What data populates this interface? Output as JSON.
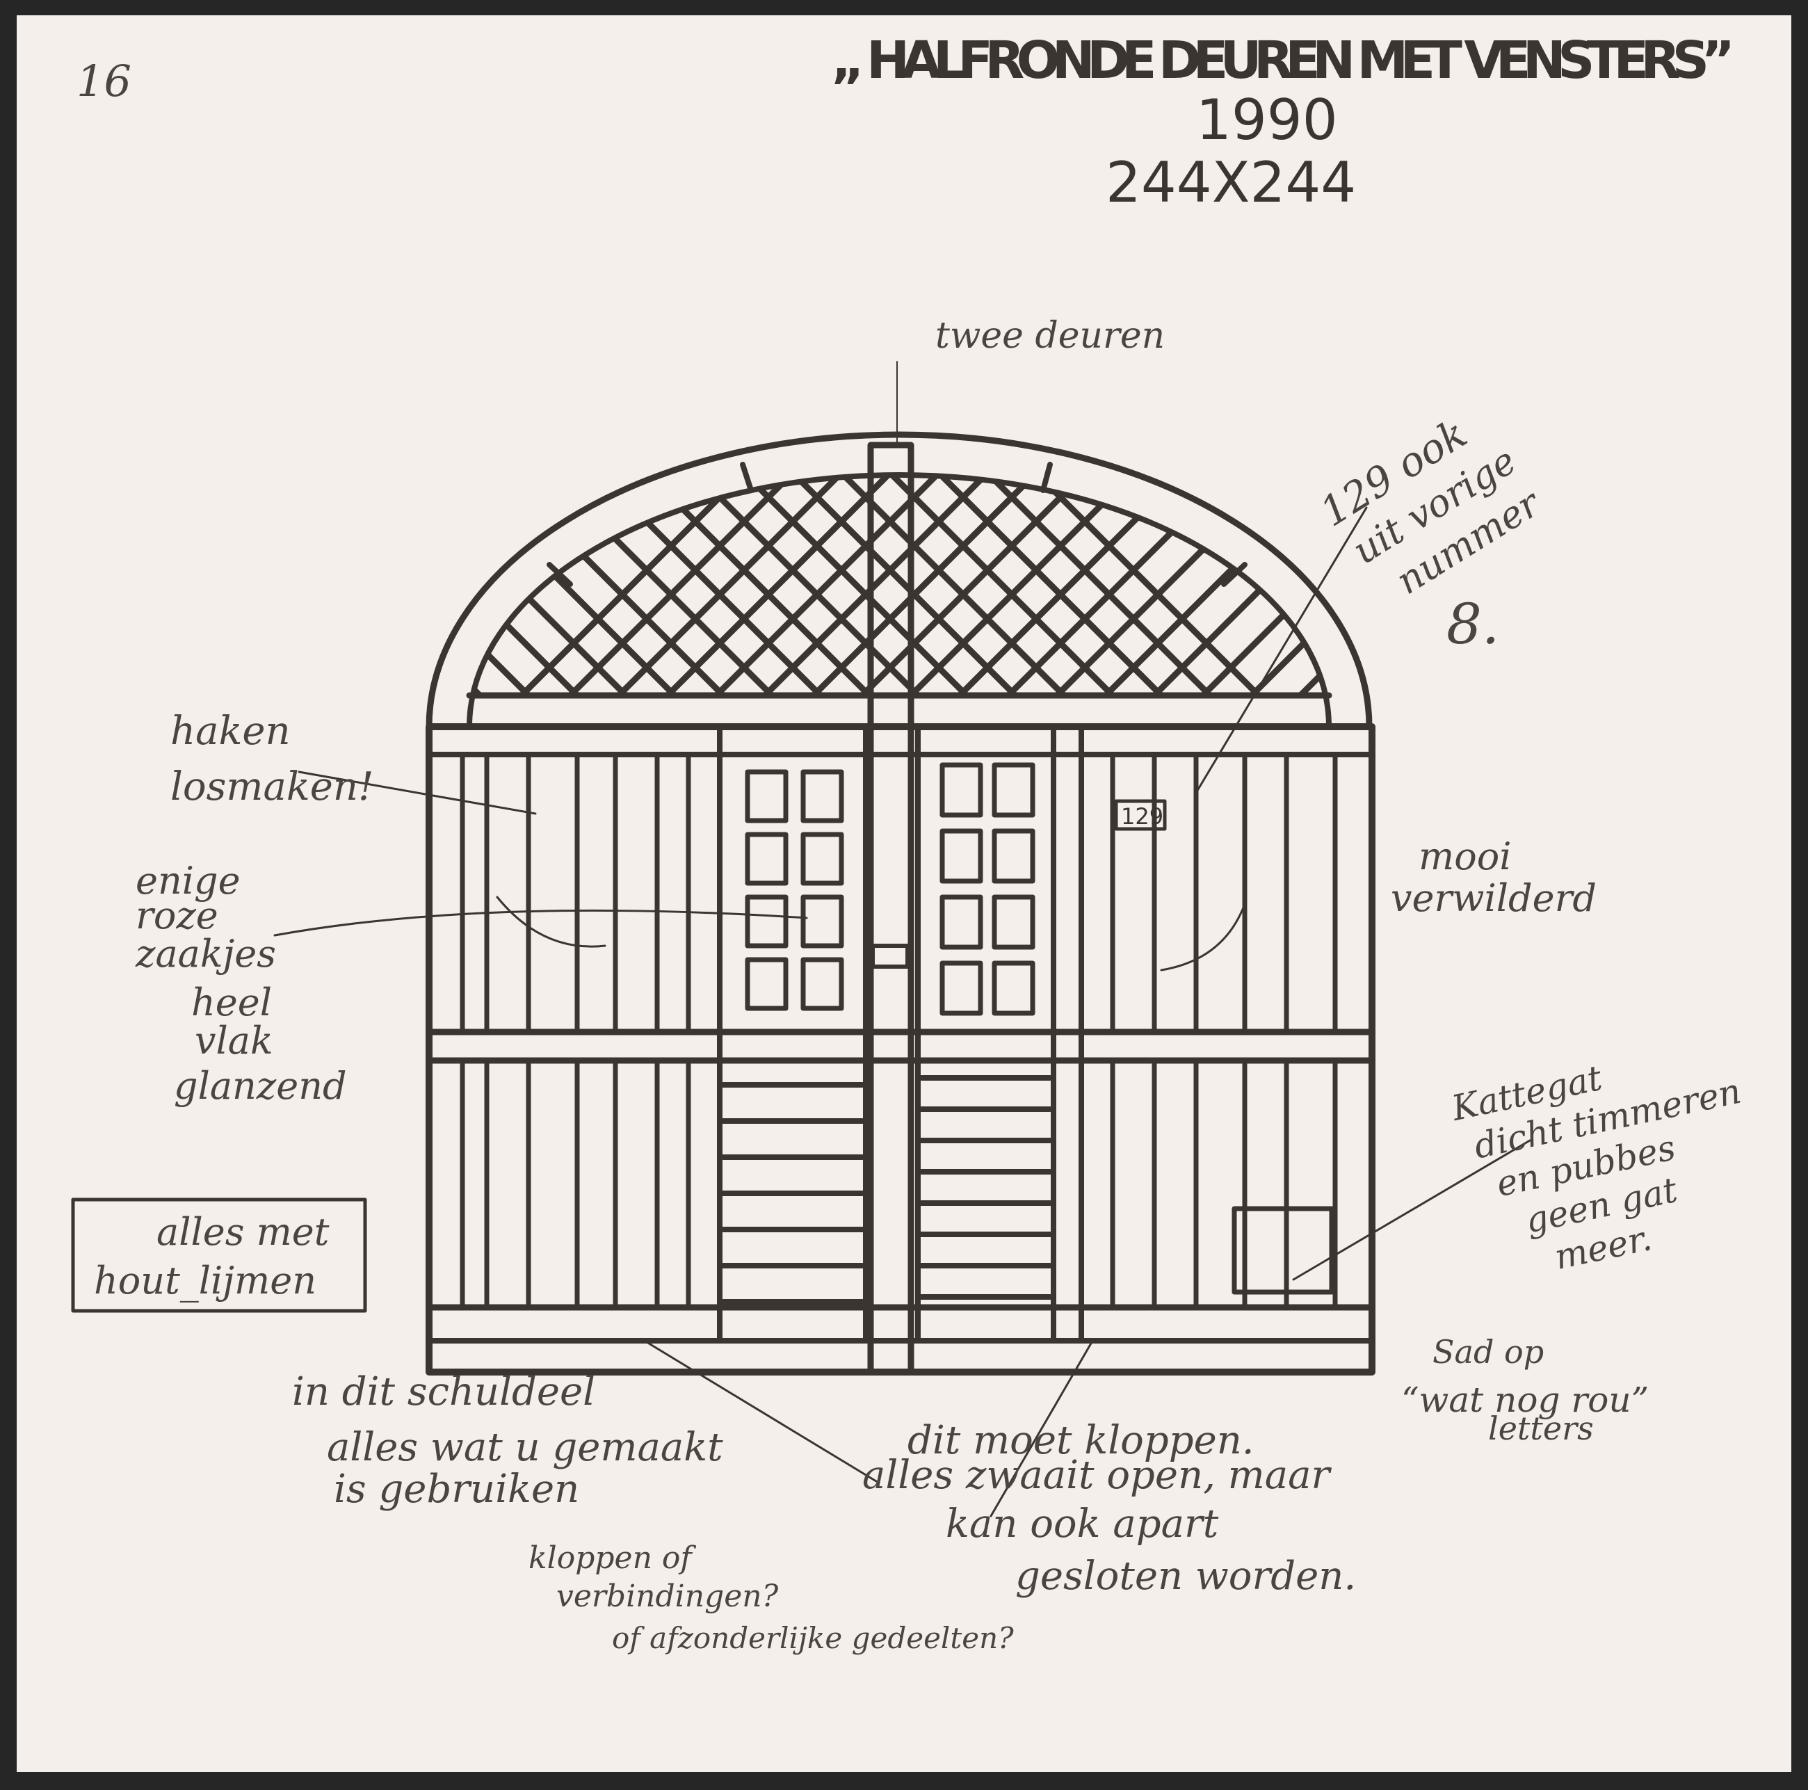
{
  "page_number": "16",
  "title": "„ HALFRONDE DEUREN MET VENSTERS”",
  "year": "1990",
  "dimensions": "244X244",
  "door_number": "129",
  "notes": {
    "twee_deuren": "twee deuren",
    "uit_vorige": [
      "129 ook",
      "uit vorige",
      "nummer",
      "8."
    ],
    "haken": [
      "haken",
      "losmaken!"
    ],
    "roze": [
      "enige",
      "roze",
      "zaakjes"
    ],
    "glanzend": [
      "heel",
      "vlak",
      "glanzend"
    ],
    "hout_lijmen": [
      "alles met",
      "hout_lijmen"
    ],
    "mooi": [
      "mooi",
      "verwilderd"
    ],
    "kattegat": [
      "Kattegat",
      "dicht timmeren",
      "en pubbes",
      "geen gat",
      "meer."
    ],
    "letters": [
      "Sad op",
      "“wat nog rou”",
      "letters"
    ],
    "schuldeel": [
      "in dit schuldeel",
      "alles wat u gemaakt",
      "is gebruiken"
    ],
    "kloppen": [
      "dit moet kloppen.",
      "alles zwaait open, maar",
      "kan ook apart",
      "gesloten worden."
    ],
    "verbindingen": [
      "kloppen of",
      "verbindingen?",
      "of afzonderlijke gedeelten?"
    ]
  },
  "colors": {
    "ink": "#3a3530",
    "paper": "#f4efea",
    "frame": "#262626"
  }
}
